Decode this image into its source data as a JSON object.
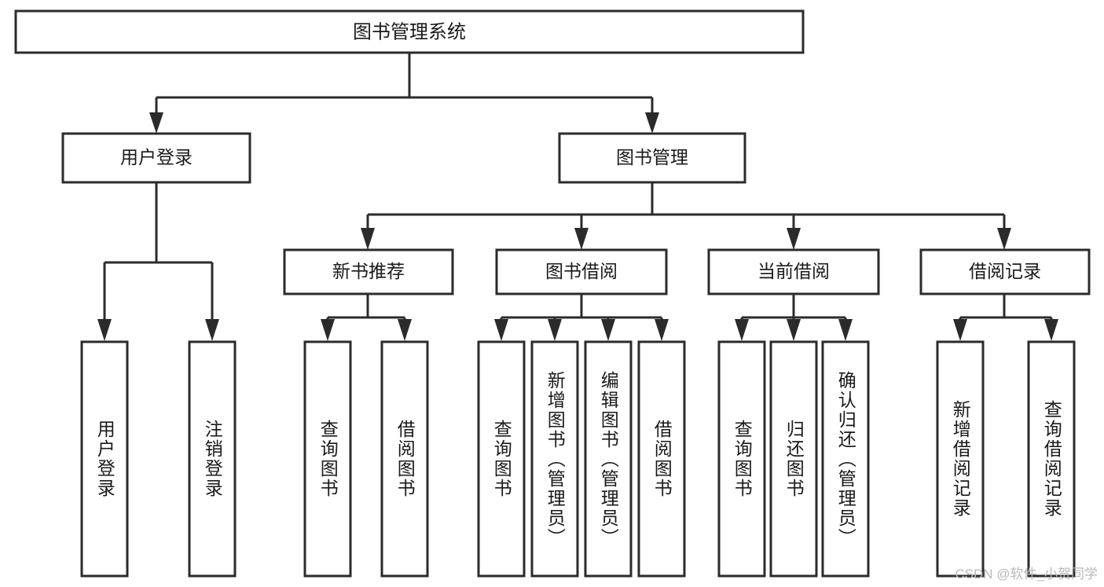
{
  "diagram": {
    "type": "tree-hierarchy-chart",
    "title": "图书管理系统",
    "orientation": "top-down",
    "colors": {
      "stroke": "#2b2b2b",
      "fill": "#ffffff",
      "text": "#1a1a1a",
      "watermark": "#b9b9b9",
      "background": "#ffffff"
    },
    "root": {
      "label": "图书管理系统"
    },
    "level2": [
      {
        "label": "用户登录"
      },
      {
        "label": "图书管理"
      }
    ],
    "level3": [
      {
        "label": "新书推荐"
      },
      {
        "label": "图书借阅"
      },
      {
        "label": "当前借阅"
      },
      {
        "label": "借阅记录"
      }
    ],
    "leaves": {
      "user_login": [
        {
          "label": "用户登录"
        },
        {
          "label": "注销登录"
        }
      ],
      "new_book_recommend": [
        {
          "label": "查询图书"
        },
        {
          "label": "借阅图书"
        }
      ],
      "book_borrow": [
        {
          "label": "查询图书"
        },
        {
          "label": "新增图书（管理员）"
        },
        {
          "label": "编辑图书（管理员）"
        },
        {
          "label": "借阅图书"
        }
      ],
      "current_borrow": [
        {
          "label": "查询图书"
        },
        {
          "label": "归还图书"
        },
        {
          "label": "确认归还（管理员）"
        }
      ],
      "borrow_record": [
        {
          "label": "新增借阅记录"
        },
        {
          "label": "查询借阅记录"
        }
      ]
    }
  },
  "watermark": {
    "text": "CSDN @软件_小贺同学"
  }
}
